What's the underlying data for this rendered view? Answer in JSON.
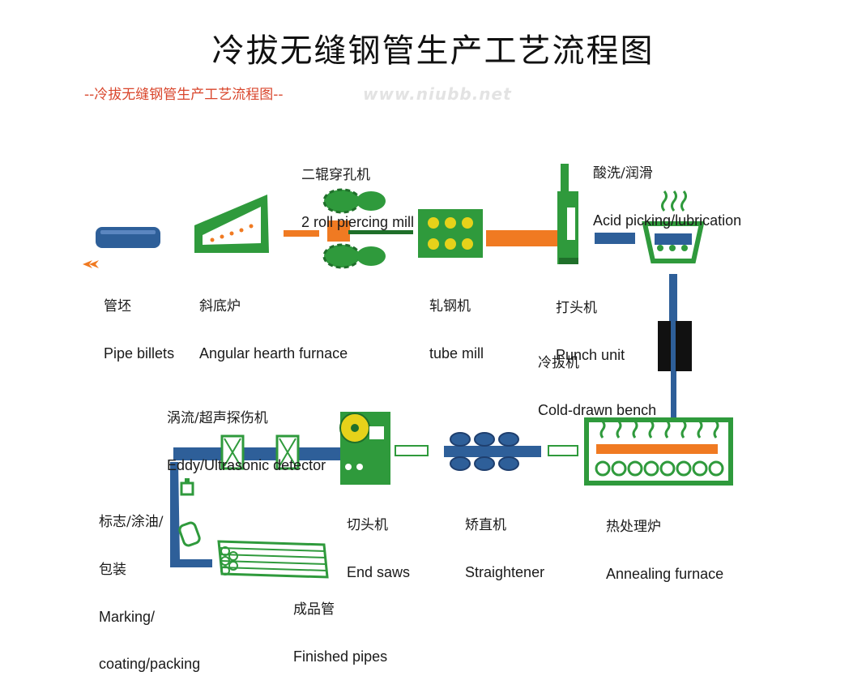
{
  "title": "冷拔无缝钢管生产工艺流程图",
  "subtitle": "--冷拔无缝钢管生产工艺流程图--",
  "watermark": "www.niubb.net",
  "colors": {
    "green": "#2f9a3c",
    "dark_green": "#1f6f2a",
    "blue": "#2e5f99",
    "orange": "#f07a22",
    "yellow": "#e6d21a",
    "black": "#111111"
  },
  "steps": {
    "pipe_billets": {
      "zh": "管坯",
      "en": "Pipe billets"
    },
    "angular_hearth_furnace": {
      "zh": "斜底炉",
      "en": "Angular hearth furnace"
    },
    "piercing_mill": {
      "zh": "二辊穿孔机",
      "en": "2 roll piercing mill"
    },
    "tube_mill": {
      "zh": "轧钢机",
      "en": "tube mill"
    },
    "acid_picking": {
      "zh": "酸洗/润滑",
      "en": "Acid picking/lubrication"
    },
    "punch_unit": {
      "zh": "打头机",
      "en": "Punch unit"
    },
    "cold_drawn_bench": {
      "zh": "冷拔机",
      "en": "Cold-drawn bench"
    },
    "eddy_detector": {
      "zh": "涡流/超声探伤机",
      "en": "Eddy/Ultrasonic detector"
    },
    "marking": {
      "zh1": "标志/涂油/",
      "zh2": "包装",
      "en1": "Marking/",
      "en2": "coating/packing"
    },
    "end_saws": {
      "zh": "切头机",
      "en": "End saws"
    },
    "straightener": {
      "zh": "矫直机",
      "en": "Straightener"
    },
    "annealing_furnace": {
      "zh": "热处理炉",
      "en": "Annealing furnace"
    },
    "finished_pipes": {
      "zh": "成品管",
      "en": "Finished pipes"
    }
  }
}
